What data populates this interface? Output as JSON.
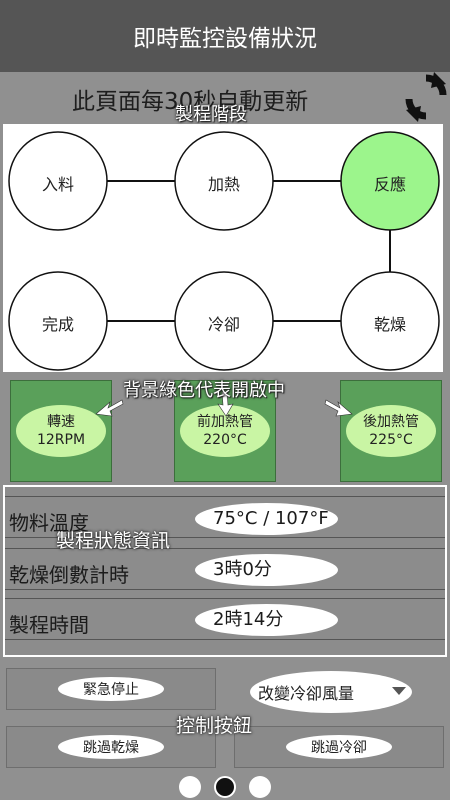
{
  "header": {
    "title": "即時監控設備狀況"
  },
  "refresh": {
    "text": "此頁面每30秒自動更新",
    "icon": "refresh-icon"
  },
  "stage_panel": {
    "overlay_label": "製程階段",
    "stages": [
      {
        "label": "入料",
        "active": false
      },
      {
        "label": "加熱",
        "active": false
      },
      {
        "label": "反應",
        "active": true
      },
      {
        "label": "完成",
        "active": false
      },
      {
        "label": "冷卻",
        "active": false
      },
      {
        "label": "乾燥",
        "active": false
      }
    ],
    "active_color": "#9cf58c"
  },
  "devices": {
    "hint": "背景綠色代表開啟中",
    "tiles": [
      {
        "name": "轉速",
        "value": "12RPM"
      },
      {
        "name": "前加熱管",
        "value": "220°C"
      },
      {
        "name": "後加熱管",
        "value": "225°C"
      }
    ],
    "on_color": "#5aa05a"
  },
  "info": {
    "overlay_label": "製程狀態資訊",
    "rows": [
      {
        "label": "物料溫度",
        "value": "75°C / 107°F"
      },
      {
        "label": "乾燥倒數計時",
        "value": "3時0分"
      },
      {
        "label": "製程時間",
        "value": "2時14分"
      }
    ]
  },
  "controls": {
    "overlay_label": "控制按鈕",
    "emergency_stop": "緊急停止",
    "cooling_select": "改變冷卻風量",
    "skip_drying": "跳過乾燥",
    "skip_cooling": "跳過冷卻"
  },
  "pager": {
    "count": 3,
    "active_index": 1
  }
}
